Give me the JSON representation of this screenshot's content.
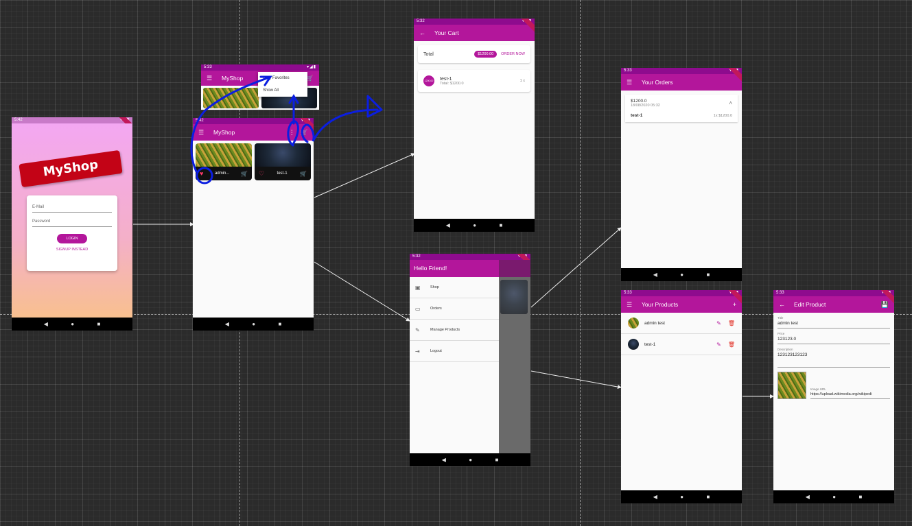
{
  "login": {
    "status_time": "5:42",
    "logo": "MyShop",
    "email_placeholder": "E-Mail",
    "password_placeholder": "Password",
    "login_button": "LOGIN",
    "signup_link": "SIGNUP INSTEAD"
  },
  "shop_menu": {
    "status_time": "5:33",
    "title": "MyShop",
    "menu_items": [
      "Only Favorites",
      "Show All"
    ]
  },
  "shop": {
    "status_time": "5:42",
    "title": "MyShop",
    "products": [
      {
        "title": "admin..."
      },
      {
        "title": "test-1"
      }
    ]
  },
  "cart": {
    "status_time": "5:32",
    "title": "Your Cart",
    "total_label": "Total",
    "total_amount": "$1200.00",
    "order_now": "ORDER NOW",
    "item": {
      "avatar": "1200.00",
      "title": "test-1",
      "subtitle": "Total: $1200.0",
      "qty": "1 x"
    }
  },
  "drawer": {
    "status_time": "5:32",
    "header": "Hello Friend!",
    "items": [
      "Shop",
      "Orders",
      "Manage Products",
      "Logout"
    ]
  },
  "orders": {
    "status_time": "5:33",
    "title": "Your Orders",
    "order": {
      "amount": "$1200.0",
      "date": "18/08/2020 05:32",
      "item": "test-1",
      "item_qty": "1x $1200.0"
    }
  },
  "products": {
    "status_time": "5:33",
    "title": "Your Products",
    "items": [
      "admin test",
      "test-1"
    ]
  },
  "edit_product": {
    "status_time": "5:33",
    "title": "Edit Product",
    "fields": [
      {
        "label": "Title",
        "value": "admin test"
      },
      {
        "label": "Price",
        "value": "123123.0"
      },
      {
        "label": "Description",
        "value": "123123123123"
      }
    ],
    "image_url_label": "Image URL",
    "image_url_value": "https://upload.wikimedia.org/wikipedi"
  },
  "colors": {
    "primary": "#b3169b",
    "status_bar": "#8e0b8e",
    "accent_red": "#e0261b",
    "annotation_blue": "#0b1ee0",
    "canvas": "#2b2b2b"
  }
}
